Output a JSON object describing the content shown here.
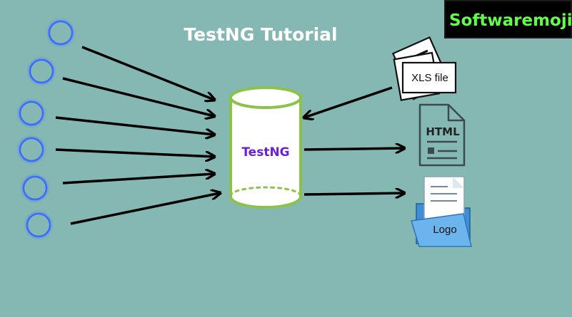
{
  "title": "TestNG Tutorial",
  "brand": {
    "name": "Softwaremoji",
    "text_color": "#61ff48",
    "background": "#000000"
  },
  "center": {
    "label": "TestNG",
    "label_color": "#6b1fd8",
    "outline_color": "#8bc34a",
    "fill_color": "#ffffff"
  },
  "inputs": {
    "count": 6,
    "node_color": "#86b8b3",
    "glow_color": "#3b6cff"
  },
  "outputs": {
    "xls": "XLS file",
    "html": "HTML",
    "logo": "Logo"
  },
  "colors": {
    "background": "#86b8b3",
    "arrow": "#000000",
    "folder": "#5aa7e6"
  }
}
